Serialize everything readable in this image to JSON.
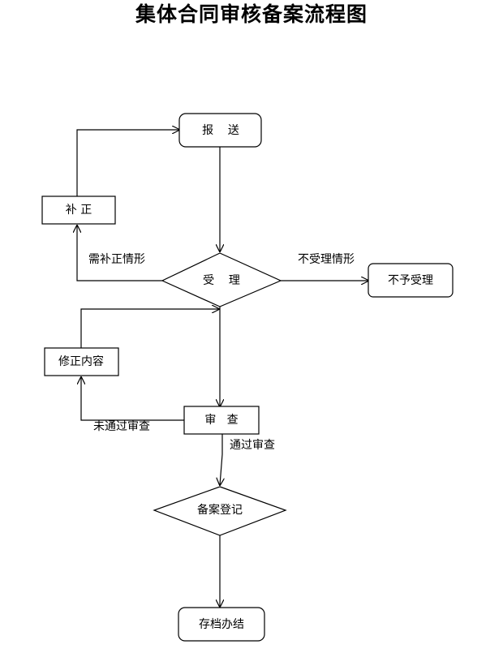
{
  "title": "集体合同审核备案流程图",
  "nodes": {
    "report": "报    送",
    "correct": "补 正",
    "accept": "受    理",
    "reject": "不予受理",
    "revise": "修正内容",
    "review": "审   查",
    "record": "备案登记",
    "archive": "存档办结"
  },
  "edges": {
    "needs_correction": "需补正情形",
    "not_accepted": "不受理情形",
    "review_failed": "未通过审查",
    "review_passed": "通过审查"
  },
  "colors": {
    "stroke": "#000000",
    "background": "#ffffff"
  }
}
